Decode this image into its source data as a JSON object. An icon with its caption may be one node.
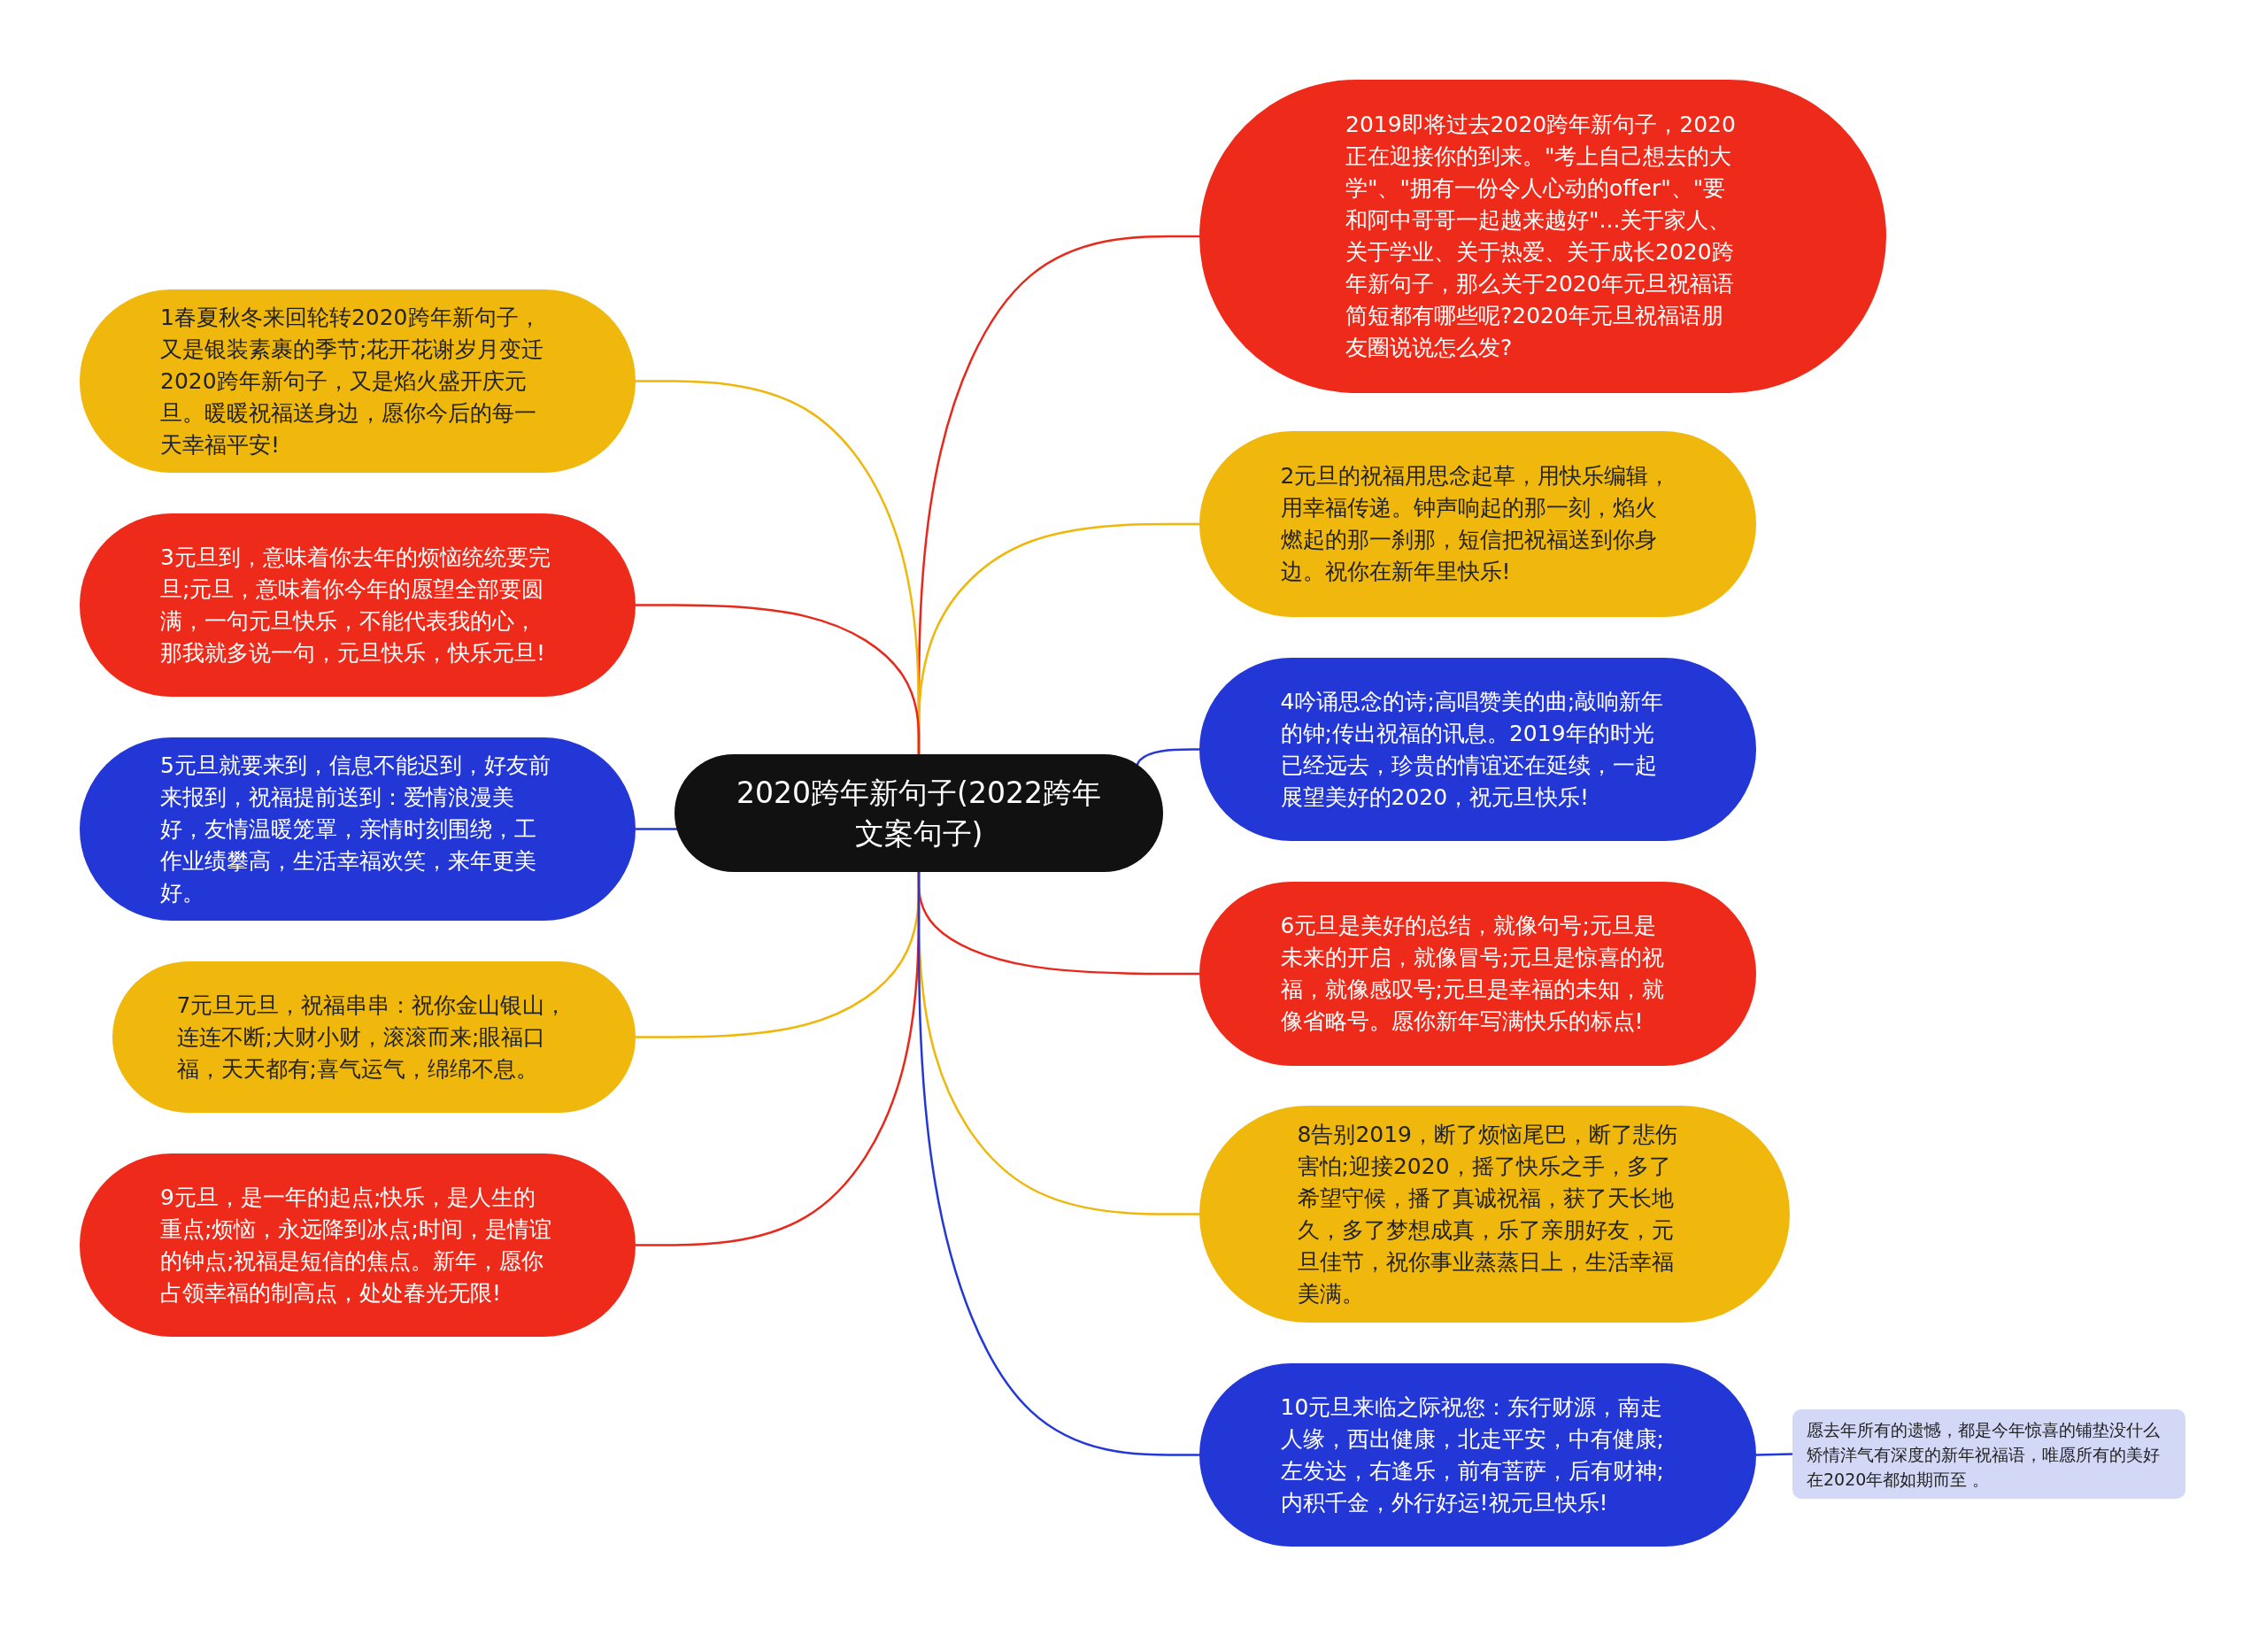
{
  "diagram": {
    "nodes": [
      {
        "text": [
          "2020跨年新句子(2022跨年文案句子)"
        ]
      },
      {
        "text": [
          "2019即将过去2020跨年新句子，2020正在迎接你的到来。\"考上自己想去的大学\"、\"拥有一份令人心动的offer\"、\"要和阿中哥哥一起越来越好\"...关于家人、关于学业、关于热爱、关于成长2020跨年新句子，那么关于2020年元旦祝福语简短都有哪些呢?2020年元旦祝福语朋友圈说说怎么发?"
        ]
      },
      {
        "text": [
          "1春夏秋冬来回轮转2020跨年新句子，又是银装素裹的季节;花开花谢岁月变迁2020跨年新句子，又是焰火盛开庆元旦。暖暖祝福送身边，愿你今后的每一天幸福平安!"
        ]
      },
      {
        "text": [
          "2元旦的祝福用思念起草，用快乐编辑，用幸福传递。钟声响起的那一刻，焰火燃起的那一刹那，短信把祝福送到你身边。祝你在新年里快乐!"
        ]
      },
      {
        "text": [
          "3元旦到，意味着你去年的烦恼统统要完旦;元旦，意味着你今年的愿望全部要圆满，一句元旦快乐，不能代表我的心，那我就多说一句，元旦快乐，快乐元旦!"
        ]
      },
      {
        "text": [
          "4吟诵思念的诗;高唱赞美的曲;敲响新年的钟;传出祝福的讯息。2019年的时光已经远去，珍贵的情谊还在延续，一起展望美好的2020，祝元旦快乐!"
        ]
      },
      {
        "text": [
          "5元旦就要来到，信息不能迟到，好友前来报到，祝福提前送到：爱情浪漫美好，友情温暖笼罩，亲情时刻围绕，工作业绩攀高，生活幸福欢笑，来年更美好。"
        ]
      },
      {
        "text": [
          "6元旦是美好的总结，就像句号;元旦是未来的开启，就像冒号;元旦是惊喜的祝福，就像感叹号;元旦是幸福的未知，就像省略号。愿你新年写满快乐的标点!"
        ]
      },
      {
        "text": [
          "7元旦元旦，祝福串串：祝你金山银山，连连不断;大财小财，滚滚而来;眼福口福，天天都有;喜气运气，绵绵不息。"
        ]
      },
      {
        "text": [
          "8告别2019，断了烦恼尾巴，断了悲伤害怕;迎接2020，摇了快乐之手，多了希望守候，播了真诚祝福，获了天长地久，多了梦想成真，乐了亲朋好友，元旦佳节，祝你事业蒸蒸日上，生活幸福美满。"
        ]
      },
      {
        "text": [
          "9元旦，是一年的起点;快乐，是人生的重点;烦恼，永远降到冰点;时间，是情谊的钟点;祝福是短信的焦点。新年，愿你占领幸福的制高点，处处春光无限!"
        ]
      },
      {
        "text": [
          "10元旦来临之际祝您：东行财源，南走人缘，西出健康，北走平安，中有健康;左发达，右逢乐，前有菩萨，后有财神;内积千金，外行好运!祝元旦快乐!"
        ]
      },
      {
        "text": [
          "愿去年所有的遗憾，都是今年惊喜的铺垫没什么矫情洋气有深度的新年祝福语，唯愿所有的美好在2020年都如期而至 。"
        ]
      }
    ],
    "edges": [
      {
        "from": 0,
        "to": 1,
        "arrow": "none",
        "color": "#e8281b"
      },
      {
        "from": 0,
        "to": 2,
        "arrow": "none",
        "color": "#efb70c"
      },
      {
        "from": 0,
        "to": 3,
        "arrow": "none",
        "color": "#efb70c"
      },
      {
        "from": 0,
        "to": 4,
        "arrow": "none",
        "color": "#e8281b"
      },
      {
        "from": 0,
        "to": 5,
        "arrow": "none",
        "color": "#2338d6"
      },
      {
        "from": 0,
        "to": 6,
        "arrow": "none",
        "color": "#2338d6"
      },
      {
        "from": 0,
        "to": 7,
        "arrow": "none",
        "color": "#e8281b"
      },
      {
        "from": 0,
        "to": 8,
        "arrow": "none",
        "color": "#efb70c"
      },
      {
        "from": 0,
        "to": 9,
        "arrow": "none",
        "color": "#efb70c"
      },
      {
        "from": 0,
        "to": 10,
        "arrow": "none",
        "color": "#e8281b"
      },
      {
        "from": 0,
        "to": 11,
        "arrow": "none",
        "color": "#2338d6"
      },
      {
        "from": 11,
        "to": 12,
        "arrow": "none",
        "color": "#2338d6"
      }
    ]
  }
}
